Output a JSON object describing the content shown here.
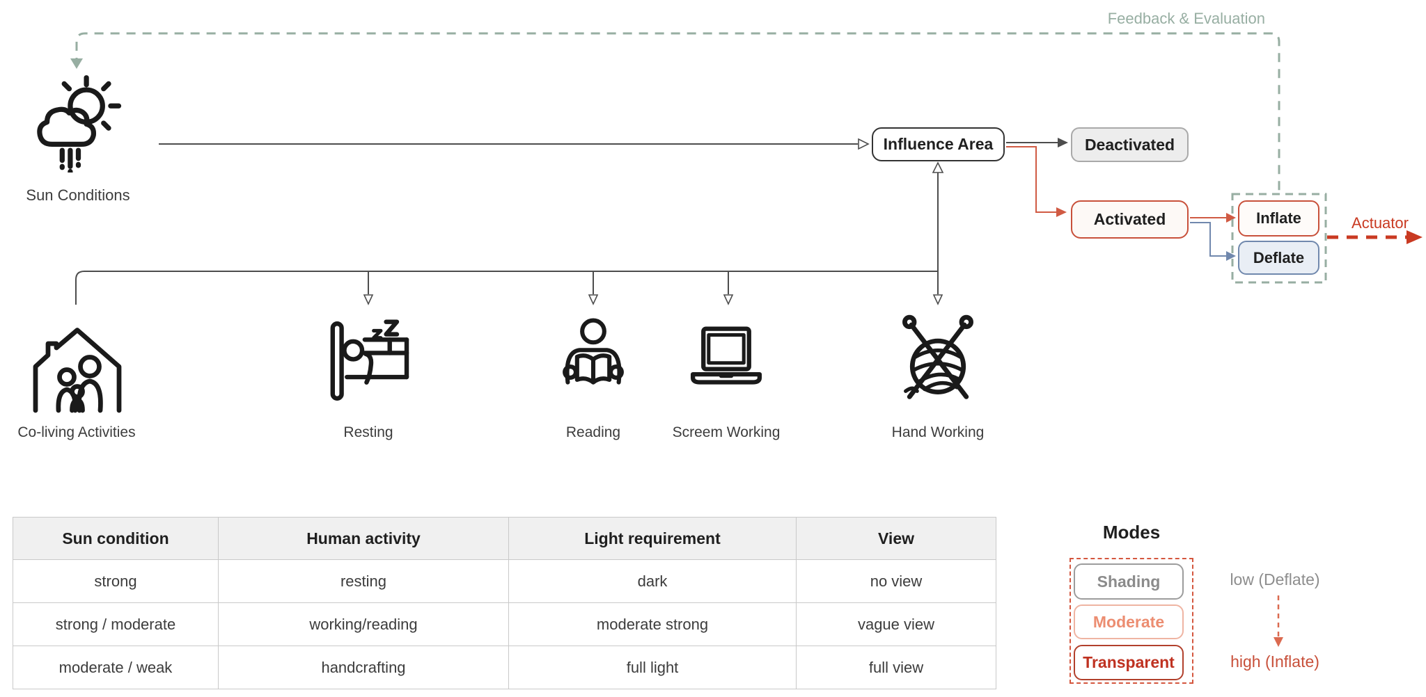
{
  "colors": {
    "green": "#97aea2",
    "dark_line": "#4d4d4d",
    "icon_stroke": "#1a1a1a",
    "red": "#c93a22",
    "red_soft": "#d05a43",
    "blue": "#7088ad",
    "influence_border": "#333333",
    "gray_box_bg": "#ededed",
    "gray_box_border": "#a9a9a9",
    "activated_bg": "#fdf9f6",
    "activated_border": "#c8503a",
    "inflate_bg": "#fefbf9",
    "inflate_border": "#c8503a",
    "deflate_bg": "#e9eef5",
    "deflate_border": "#7088ad",
    "table_header_bg": "#f0f0f0",
    "table_border": "#c9c9c9",
    "text_dark": "#1f1f1f",
    "text_gray": "#3c3c3c",
    "mode_shading_text": "#8b8b8b",
    "mode_shading_border": "#9c9c9c",
    "mode_moderate_text": "#ec8d71",
    "mode_moderate_border": "#efb4a2",
    "mode_transparent_text": "#bf3221",
    "mode_transparent_border": "#b2402c",
    "mode_dash": "#d4563e",
    "low_gray": "#8d8d8d",
    "high_red": "#c8503a",
    "mode_arrow": "#db6a50"
  },
  "diagram": {
    "feedback_label": "Feedback & Evaluation",
    "sun_label": "Sun Conditions",
    "influence_label": "Influence Area",
    "deactivated_label": "Deactivated",
    "activated_label": "Activated",
    "inflate_label": "Inflate",
    "deflate_label": "Deflate",
    "actuator_label": "Actuator",
    "activities": [
      {
        "label": "Co-living Activities",
        "icon": "co-living-icon"
      },
      {
        "label": "Resting",
        "icon": "resting-icon"
      },
      {
        "label": "Reading",
        "icon": "reading-icon"
      },
      {
        "label": "Screem Working",
        "icon": "screen-working-icon"
      },
      {
        "label": "Hand Working",
        "icon": "hand-working-icon"
      }
    ]
  },
  "table": {
    "headers": [
      "Sun condition",
      "Human activity",
      "Light requirement",
      "View"
    ],
    "rows": [
      [
        "strong",
        "resting",
        "dark",
        "no view"
      ],
      [
        "strong / moderate",
        "working/reading",
        "moderate strong",
        "vague view"
      ],
      [
        "moderate / weak",
        "handcrafting",
        "full light",
        "full view"
      ]
    ]
  },
  "modes": {
    "title": "Modes",
    "items": [
      {
        "label": "Shading"
      },
      {
        "label": "Moderate"
      },
      {
        "label": "Transparent"
      }
    ],
    "low_label": "low (Deflate)",
    "high_label": "high (Inflate)"
  }
}
